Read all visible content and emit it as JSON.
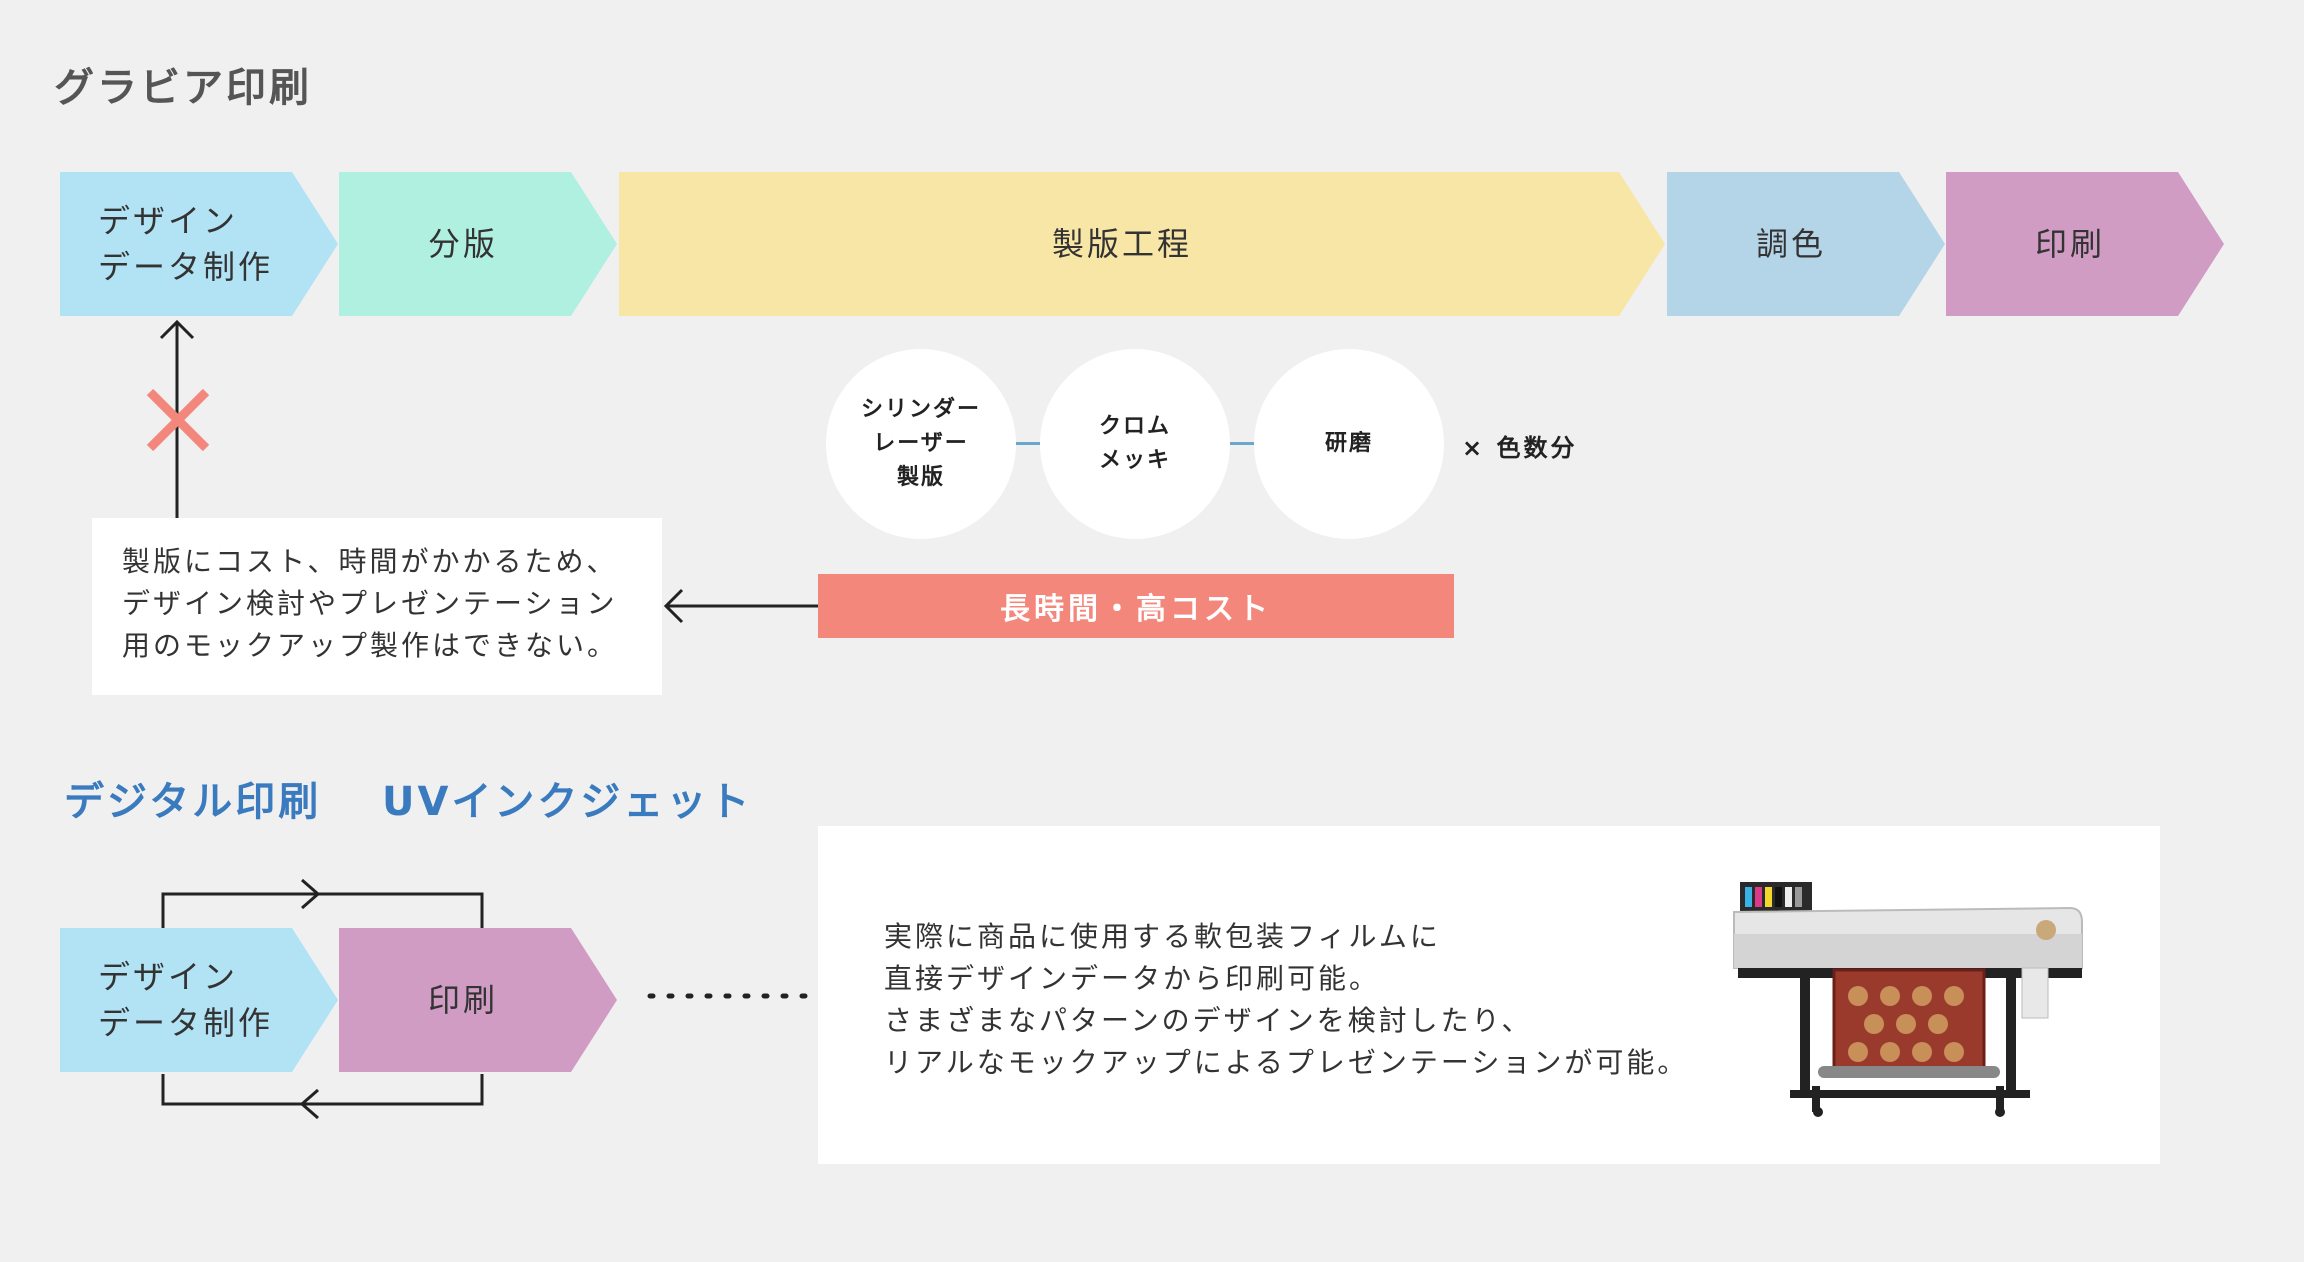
{
  "gravure": {
    "title": "グラビア印刷",
    "steps": [
      {
        "label": "デザイン\nデータ制作",
        "color": "#b2e3f5"
      },
      {
        "label": "分版",
        "color": "#b0f0e0"
      },
      {
        "label": "製版工程",
        "color": "#f8e6a6"
      },
      {
        "label": "調色",
        "color": "#b4d4e8"
      },
      {
        "label": "印刷",
        "color": "#d09cc4"
      }
    ],
    "platemaking": {
      "circles": [
        {
          "label": "シリンダー\nレーザー\n製版"
        },
        {
          "label": "クロム\nメッキ"
        },
        {
          "label": "研磨"
        }
      ],
      "multiplier": "× 色数分"
    },
    "cost_bar": {
      "label": "長時間・高コスト",
      "color": "#f4877c"
    },
    "blocked_mark_color": "#f4877c",
    "note": {
      "lines": [
        "製版にコスト、時間がかかるため、",
        "デザイン検討やプレゼンテーション",
        "用のモックアップ製作はできない。"
      ]
    }
  },
  "digital": {
    "title_main": "デジタル印刷",
    "title_sub": "UVインクジェット",
    "title_color": "#3a7bbf",
    "steps": [
      {
        "label": "デザイン\nデータ制作",
        "color": "#b2e3f5"
      },
      {
        "label": "印刷",
        "color": "#d09cc4"
      }
    ],
    "note": {
      "lines": [
        "実際に商品に使用する軟包装フィルムに",
        "直接デザインデータから印刷可能。",
        "さまざまなパターンのデザインを検討したり、",
        "リアルなモックアップによるプレゼンテーションが可能。"
      ]
    },
    "printer_image": "printer-icon"
  },
  "colors": {
    "connector": "#6ba6cc",
    "arrow": "#222222"
  }
}
